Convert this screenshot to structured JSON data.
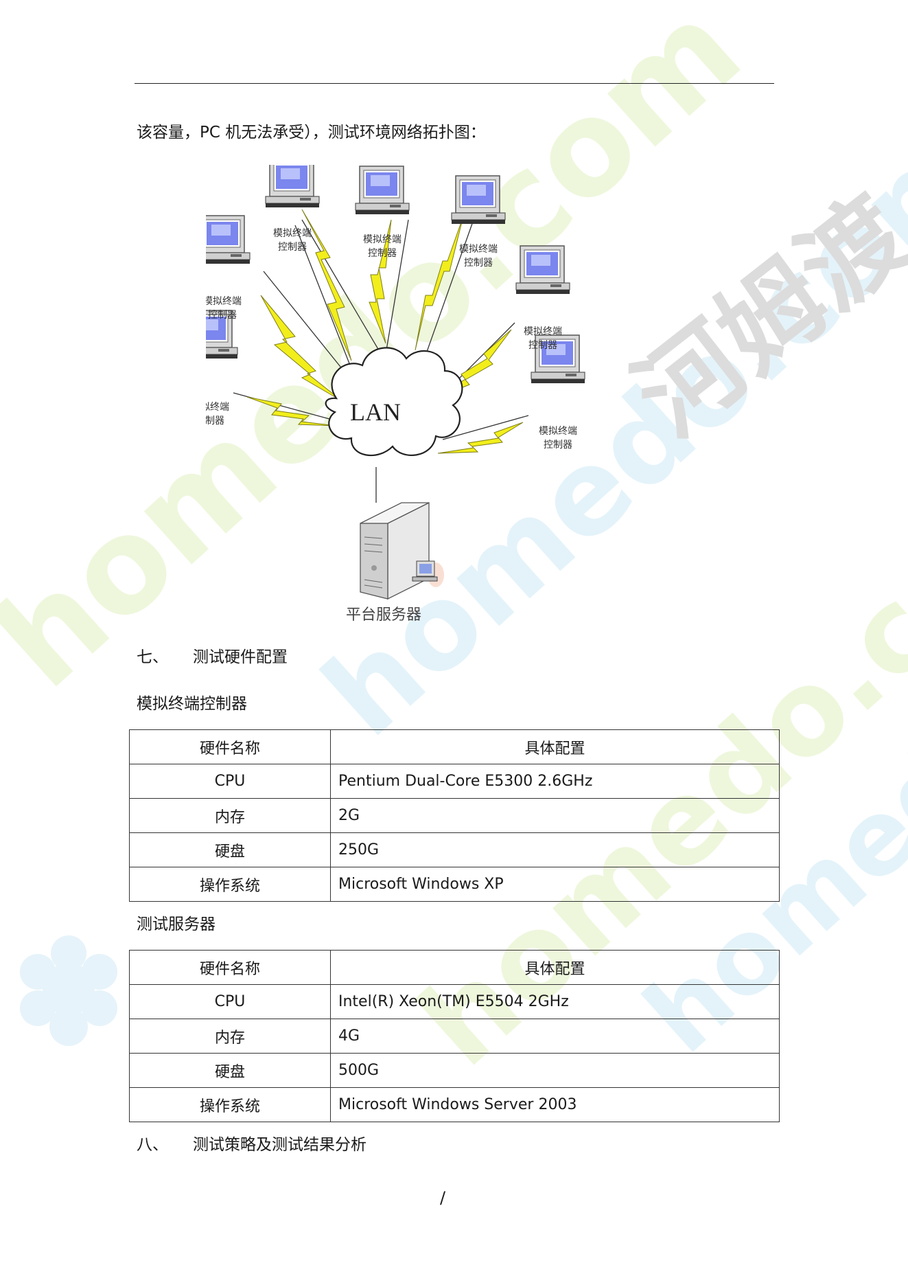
{
  "intro_text": "该容量，PC 机无法承受），测试环境网络拓扑图：",
  "diagram": {
    "center_label": "LAN",
    "terminal_label_line1": "模拟终端",
    "terminal_label_line2": "控制器",
    "server_label": "平台服务器"
  },
  "section7": {
    "number": "七、",
    "title": "测试硬件配置"
  },
  "table1": {
    "caption": "模拟终端控制器",
    "headers": [
      "硬件名称",
      "具体配置"
    ],
    "rows": [
      [
        "CPU",
        "Pentium Dual-Core E5300 2.6GHz"
      ],
      [
        "内存",
        "2G"
      ],
      [
        "硬盘",
        "250G"
      ],
      [
        "操作系统",
        "Microsoft Windows XP"
      ]
    ]
  },
  "table2": {
    "caption": "测试服务器",
    "headers": [
      "硬件名称",
      "具体配置"
    ],
    "rows": [
      [
        "CPU",
        "Intel(R) Xeon(TM) E5504 2GHz"
      ],
      [
        "内存",
        "4G"
      ],
      [
        "硬盘",
        "500G"
      ],
      [
        "操作系统",
        "Microsoft Windows Server 2003"
      ]
    ]
  },
  "section8": {
    "number": "八、",
    "title": "测试策略及测试结果分析"
  },
  "page_number": "/",
  "watermark": {
    "text_latin": "homedo.com",
    "text_cjk": "河姆渡"
  },
  "colors": {
    "bolt": "#f2ee1c",
    "bolt_stroke": "#8a8a20",
    "screen": "#6f7ff0",
    "watermark_green": "#e6f4c8",
    "watermark_blue": "#dff1f8",
    "watermark_gray": "#d8d8d8"
  }
}
